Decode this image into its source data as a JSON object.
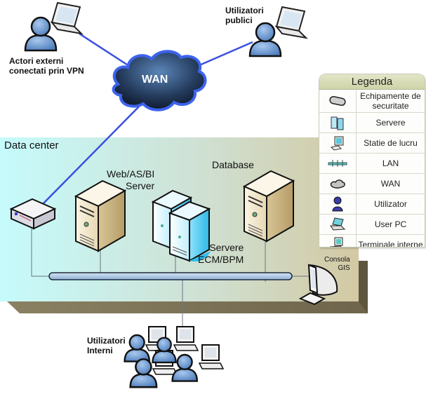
{
  "diagram": {
    "labels": {
      "external_actors": [
        "Actori externi",
        "conectati prin VPN"
      ],
      "public_users": [
        "Utilizatori",
        "publici"
      ],
      "wan": "WAN",
      "data_center": "Data center",
      "web_server": [
        "Web/AS/BI",
        "Server"
      ],
      "database": "Database",
      "ecm_servers": [
        "Servere",
        "ECM/BPM"
      ],
      "gis_console": [
        "Consola",
        "GIS"
      ],
      "internal_users": [
        "Utilizatori",
        "Interni"
      ]
    },
    "colors": {
      "link_blue": "#3a4fe0",
      "lan_bar": "#a9c3de",
      "datacenter_left": "#c9fbfb",
      "datacenter_right": "#d2cba8",
      "datacenter_frame": "#7a7158",
      "user_blue": "#6f9bd0",
      "server_beige": "#efe3c6",
      "server_cyan": "#5fd2f3",
      "cloud_dark": "#17263d"
    }
  },
  "legend": {
    "title": "Legenda",
    "items": [
      {
        "icon": "security-equipment-icon",
        "label": "Echipamente de securitate"
      },
      {
        "icon": "servers-icon",
        "label": "Servere"
      },
      {
        "icon": "workstation-icon",
        "label": "Statie de lucru"
      },
      {
        "icon": "lan-icon",
        "label": "LAN"
      },
      {
        "icon": "wan-icon",
        "label": "WAN"
      },
      {
        "icon": "user-icon",
        "label": "Utilizator"
      },
      {
        "icon": "user-pc-icon",
        "label": "User PC"
      },
      {
        "icon": "internal-terminal-icon",
        "label": "Terminale interne"
      }
    ]
  }
}
